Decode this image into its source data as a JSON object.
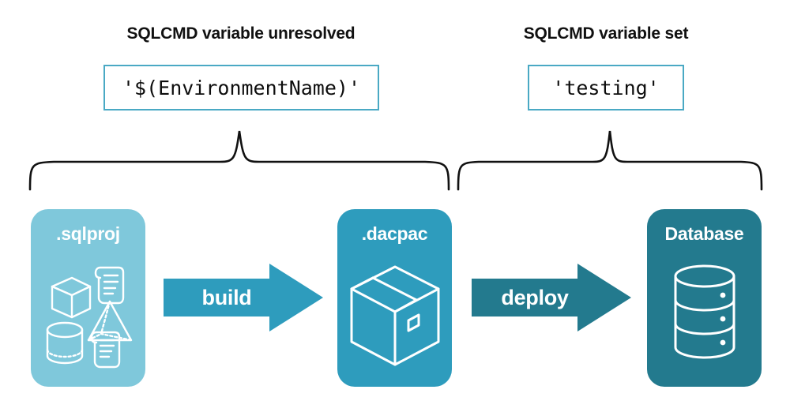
{
  "diagram": {
    "title_bar_absent": true,
    "groups": [
      {
        "heading": "SQLCMD variable unresolved",
        "value": "'$(EnvironmentName)'"
      },
      {
        "heading": "SQLCMD variable set",
        "value": "'testing'"
      }
    ],
    "cards": [
      {
        "title": ".sqlproj",
        "color": "#7fc8db",
        "icons": [
          "cube-icon",
          "scroll-icon",
          "pyramid-icon",
          "cylinder-icon",
          "scroll-icon"
        ]
      },
      {
        "title": ".dacpac",
        "color": "#2e9cbd",
        "icons": [
          "package-box-icon"
        ]
      },
      {
        "title": "Database",
        "color": "#237a8e",
        "icons": [
          "database-cylinder-icon"
        ]
      }
    ],
    "arrows": [
      {
        "label": "build",
        "color": "#2e9cbd"
      },
      {
        "label": "deploy",
        "color": "#237a8e"
      }
    ],
    "colors": {
      "background": "#ffffff",
      "code_box_border": "#4aa9c4",
      "brace_stroke": "#111111",
      "heading_text": "#111111",
      "card_text": "#ffffff"
    }
  }
}
